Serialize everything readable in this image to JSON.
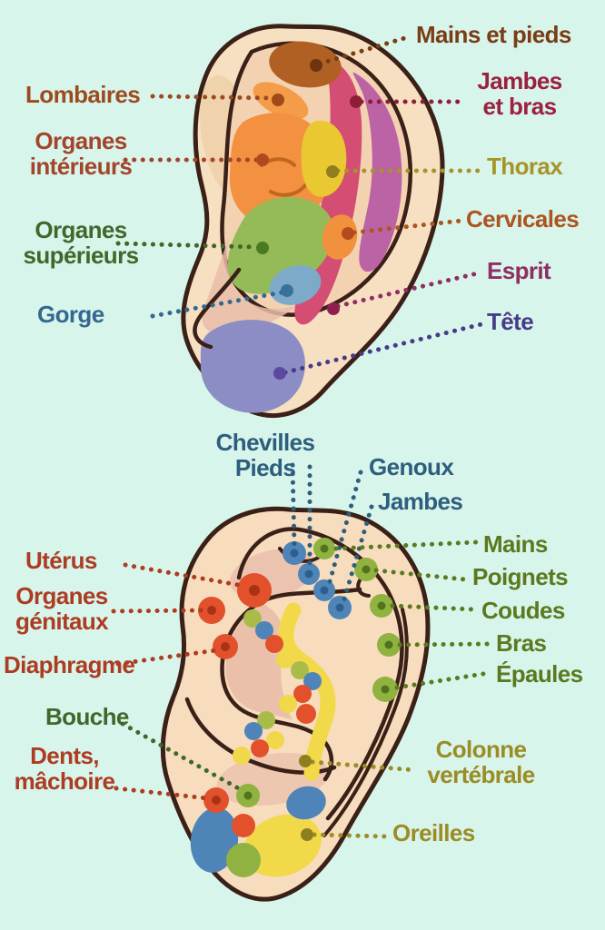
{
  "figure": {
    "subject": "ear reflexology map, two annotated ear illustrations",
    "background_color": "#d8f5ec",
    "outline_color": "#3a2016",
    "skin_color": "#f7e0c1"
  },
  "labels": {
    "top": [
      {
        "id": "mains-et-pieds",
        "text": "Mains et pieds",
        "color": "#7a3c15"
      },
      {
        "id": "lombaires",
        "text": "Lombaires",
        "color": "#9c4a1e"
      },
      {
        "id": "jambes-et-bras",
        "text": "Jambes\net bras",
        "color": "#9c2040"
      },
      {
        "id": "organes-interieurs",
        "text": "Organes\nintérieurs",
        "color": "#a3452a"
      },
      {
        "id": "thorax",
        "text": "Thorax",
        "color": "#a59428"
      },
      {
        "id": "organes-superieurs",
        "text": "Organes\nsupérieurs",
        "color": "#41682a"
      },
      {
        "id": "cervicales",
        "text": "Cervicales",
        "color": "#ad5420"
      },
      {
        "id": "esprit",
        "text": "Esprit",
        "color": "#8e2e62"
      },
      {
        "id": "gorge",
        "text": "Gorge",
        "color": "#35688f"
      },
      {
        "id": "tete",
        "text": "Tête",
        "color": "#483a8a"
      }
    ],
    "bottom": [
      {
        "id": "chevilles-pieds",
        "text": "Chevilles\nPieds",
        "color": "#2d5e7e"
      },
      {
        "id": "genoux",
        "text": "Genoux",
        "color": "#2d5e7e"
      },
      {
        "id": "jambes",
        "text": "Jambes",
        "color": "#2d5e7e"
      },
      {
        "id": "uterus",
        "text": "Utérus",
        "color": "#ac3c22"
      },
      {
        "id": "organes-genitaux",
        "text": "Organes\ngénitaux",
        "color": "#ac3c22"
      },
      {
        "id": "diaphragme",
        "text": "Diaphragme",
        "color": "#ac3c22"
      },
      {
        "id": "bouche",
        "text": "Bouche",
        "color": "#41682a"
      },
      {
        "id": "dents-machoire",
        "text": "Dents,\nmâchoire",
        "color": "#ac3c22"
      },
      {
        "id": "mains",
        "text": "Mains",
        "color": "#5b7a1f"
      },
      {
        "id": "poignets",
        "text": "Poignets",
        "color": "#5b7a1f"
      },
      {
        "id": "coudes",
        "text": "Coudes",
        "color": "#5b7a1f"
      },
      {
        "id": "bras",
        "text": "Bras",
        "color": "#5b7a1f"
      },
      {
        "id": "epaules",
        "text": "Épaules",
        "color": "#5b7a1f"
      },
      {
        "id": "colonne-vertebrale",
        "text": "Colonne\nvertébrale",
        "color": "#9b8c25"
      },
      {
        "id": "oreilles",
        "text": "Oreilles",
        "color": "#9b8c25"
      }
    ]
  },
  "top_ear_zones": [
    {
      "name": "Mains et pieds",
      "zone_color": "#b06023"
    },
    {
      "name": "Lombaires",
      "zone_color": "#f49c48"
    },
    {
      "name": "Organes intérieurs",
      "zone_color": "#f39140"
    },
    {
      "name": "Thorax",
      "zone_color": "#e9c832"
    },
    {
      "name": "Jambes et bras",
      "zone_color": "#d44d72"
    },
    {
      "name": "Esprit",
      "zone_color": "#d44d72"
    },
    {
      "name": "Cervicales",
      "zone_color": "#f2913d"
    },
    {
      "name": "Organes supérieurs",
      "zone_color": "#94bb58"
    },
    {
      "name": "Gorge",
      "zone_color": "#7daac9"
    },
    {
      "name": "Tête",
      "zone_color": "#8b8dc4"
    },
    {
      "name": "(bande non légendée)",
      "zone_color": "#bb63a5"
    }
  ],
  "bottom_ear_zones": [
    {
      "name": "Chevilles / Pieds / Genoux / Jambes",
      "zone_color": "#4f84b8"
    },
    {
      "name": "Mains / Poignets / Coudes / Bras / Épaules",
      "zone_color": "#8fb241"
    },
    {
      "name": "Utérus / Organes génitaux / Diaphragme / Dents, mâchoire",
      "zone_color": "#e2512b"
    },
    {
      "name": "Bouche",
      "zone_color": "#8fb241"
    },
    {
      "name": "Colonne vertébrale",
      "zone_color": "#f2d94a"
    },
    {
      "name": "Oreilles",
      "zone_color": "#f2d94a"
    }
  ]
}
